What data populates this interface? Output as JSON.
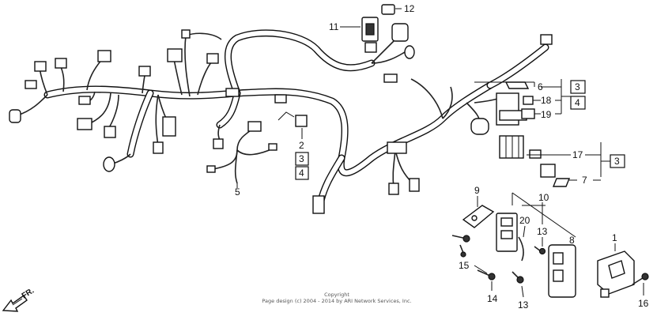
{
  "callouts": {
    "c1": "1",
    "c2": "2",
    "c3a": "3",
    "c3b": "3",
    "c3c": "3",
    "c4a": "4",
    "c4b": "4",
    "c5": "5",
    "c6": "6",
    "c7": "7",
    "c8": "8",
    "c9": "9",
    "c10": "10",
    "c11": "11",
    "c12": "12",
    "c13a": "13",
    "c13b": "13",
    "c14": "14",
    "c15": "15",
    "c16": "16",
    "c17": "17",
    "c18": "18",
    "c19": "19",
    "c20": "20"
  },
  "direction_label": "FR.",
  "copyright": {
    "line1": "Copyright",
    "line2": "Page design (c) 2004 - 2014 by ARI Network Services, Inc."
  }
}
